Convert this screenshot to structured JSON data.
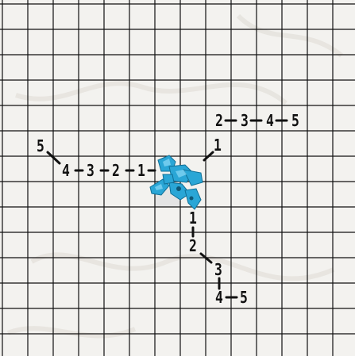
{
  "board": {
    "background_color": "#f3f2ef",
    "grid_color": "#111111",
    "cell_color_origin": "#e4e4e4"
  },
  "ship": {
    "icon": "blue-spaceship-icon",
    "color": "#2aa6d6"
  },
  "maneuver_paths": {
    "up_right": {
      "labels": [
        "1",
        "2",
        "3",
        "4",
        "5"
      ]
    },
    "left": {
      "labels": [
        "1",
        "2",
        "3",
        "4",
        "5"
      ]
    },
    "down": {
      "labels": [
        "1",
        "2",
        "3",
        "4",
        "5"
      ]
    }
  }
}
